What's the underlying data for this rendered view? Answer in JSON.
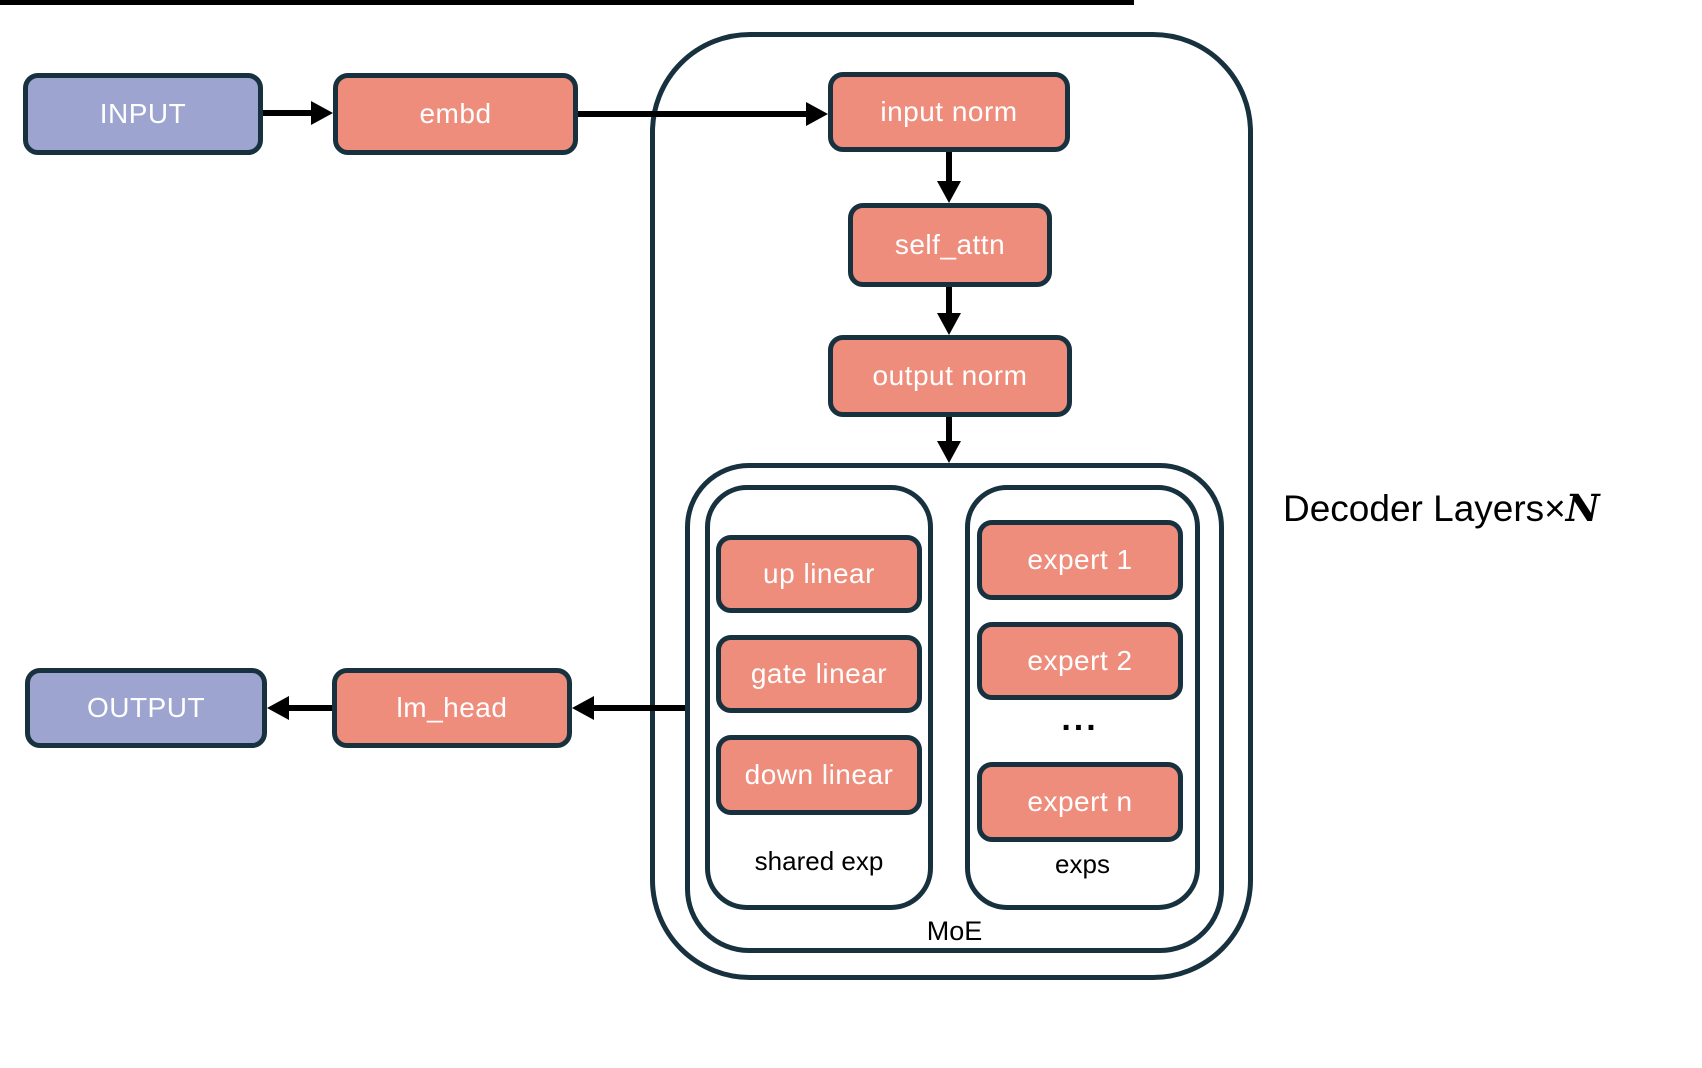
{
  "nodes": {
    "input": {
      "label": "INPUT"
    },
    "embd": {
      "label": "embd"
    },
    "input_norm": {
      "label": "input norm"
    },
    "self_attn": {
      "label": "self_attn"
    },
    "output_norm": {
      "label": "output norm"
    },
    "up_linear": {
      "label": "up linear"
    },
    "gate_linear": {
      "label": "gate linear"
    },
    "down_linear": {
      "label": "down linear"
    },
    "expert_1": {
      "label": "expert 1"
    },
    "expert_2": {
      "label": "expert 2"
    },
    "ellipsis": {
      "label": "..."
    },
    "expert_n": {
      "label": "expert n"
    },
    "lm_head": {
      "label": "lm_head"
    },
    "output": {
      "label": "OUTPUT"
    }
  },
  "containers": {
    "decoder": {
      "label_prefix": "Decoder Layers×",
      "label_var": "N"
    },
    "moe": {
      "label": "MoE"
    },
    "shared_exp": {
      "label": "shared exp"
    },
    "exps": {
      "label": "exps"
    }
  },
  "colors": {
    "block_fill": "#EE8D7C",
    "io_fill": "#9CA4CF",
    "border": "#17313F",
    "arrow": "#000000",
    "node_text": "#FFFFFF",
    "label_text": "#000000",
    "background": "#FFFFFF"
  }
}
